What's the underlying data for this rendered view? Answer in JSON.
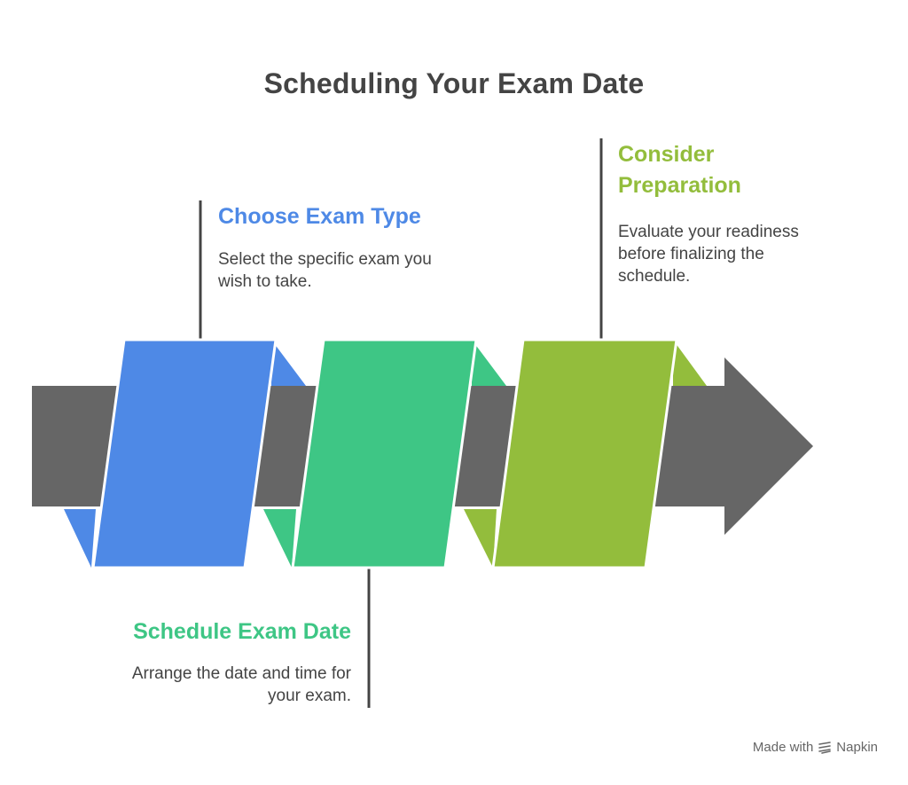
{
  "title": "Scheduling Your Exam Date",
  "steps": [
    {
      "title": "Choose Exam Type",
      "description": "Select the specific exam you wish to take.",
      "color": "#4E89E6",
      "shadow_color": "#4E89E6"
    },
    {
      "title": "Schedule Exam Date",
      "description": "Arrange the date and time for your exam.",
      "color": "#3EC685",
      "shadow_color": "#3EC685"
    },
    {
      "title": "Consider Preparation",
      "description": "Evaluate your readiness before finalizing the schedule.",
      "color": "#93BD3C",
      "shadow_color": "#93BD3C"
    }
  ],
  "arrow_color": "#666666",
  "watermark": {
    "prefix": "Made with",
    "brand": "Napkin",
    "icon": "napkin-logo-icon"
  }
}
